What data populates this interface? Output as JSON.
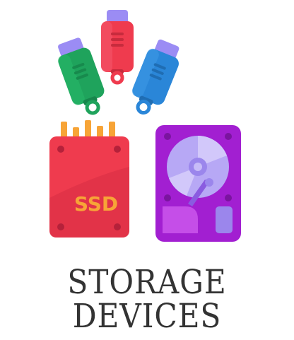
{
  "caption": {
    "line1": "STORAGE",
    "line2": "DEVICES"
  },
  "ssd": {
    "label": "SSD"
  },
  "colors": {
    "text": "#333333",
    "usb_green": "#1fa35c",
    "usb_red": "#ef3b4e",
    "usb_blue": "#2a86d8",
    "usb_cap": "#9b8cf4",
    "ssd_body": "#ef3b4e",
    "ssd_label": "#f7a437",
    "ssd_pins": "#f7a437",
    "hdd_body": "#a21fd1",
    "hdd_platter": "#b7a8f5"
  },
  "icons": [
    "usb-flash-drive-green",
    "usb-flash-drive-red",
    "usb-flash-drive-blue",
    "ssd-drive",
    "hard-disk-drive"
  ]
}
